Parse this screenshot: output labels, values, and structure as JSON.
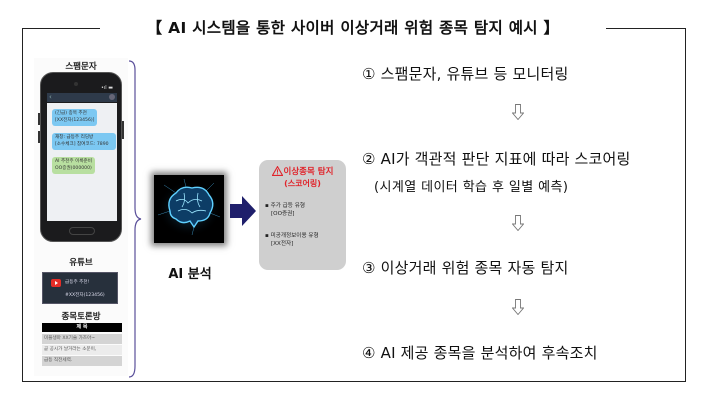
{
  "title": "【 AI 시스템을 통한 사이버 이상거래 위험 종목 탐지 예시 】",
  "sources": {
    "spam": {
      "label": "스팸문자",
      "status_icons": "•ıl ▬",
      "messages": [
        {
          "line1": "(긴급) 종목 추천",
          "line2": "[XX전자(123456)]",
          "color": "blue"
        },
        {
          "line1": "재창: 급등주 리딩방",
          "line2": "[소수체크] 참여코드: 7890",
          "color": "blue"
        },
        {
          "line1": "AI 추천주 이룩준비",
          "line2": "OO증권(000000)",
          "color": "green"
        }
      ]
    },
    "youtube": {
      "label": "유튜브",
      "icon": "youtube-play-icon",
      "line1": "급등주 추천!",
      "line2": "#XX전자(123456)"
    },
    "forum": {
      "label": "종목토론방",
      "header": "제 목",
      "rows": [
        "미플생마 XX기술 가즈아~",
        "곧 공시가 날거라는 소문이,",
        "급등 직전세력."
      ]
    }
  },
  "ai": {
    "icon": "brain-icon",
    "label": "AI 분석"
  },
  "detection": {
    "icon": "warning-icon",
    "title": "이상종목 탐지",
    "subtitle": "(스코어링)",
    "items": [
      {
        "bullet": "▪",
        "label": "주가 급등 유형",
        "value": "[OO증권]"
      },
      {
        "bullet": "▪",
        "label": "미공개정보이용 유형",
        "value": "[XX전자]"
      }
    ]
  },
  "steps": [
    {
      "text": "① 스팸문자, 유튜브 등 모니터링"
    },
    {
      "text": "② AI가 객관적 판단 지표에 따라 스코어링",
      "note": "(시계열 데이터 학습 후 일별 예측)"
    },
    {
      "text": "③ 이상거래 위험 종목 자동 탐지"
    },
    {
      "text": "④ AI 제공 종목을 분석하여 후속조치"
    }
  ],
  "colors": {
    "frame": "#222222",
    "arrow": "#1f1f6b",
    "detect_text": "#e0242b",
    "detect_bg": "#cfcfcf",
    "brace": "#5a4f9a",
    "bubble_blue": "#7cc8f2",
    "bubble_green": "#b8dfa0"
  }
}
